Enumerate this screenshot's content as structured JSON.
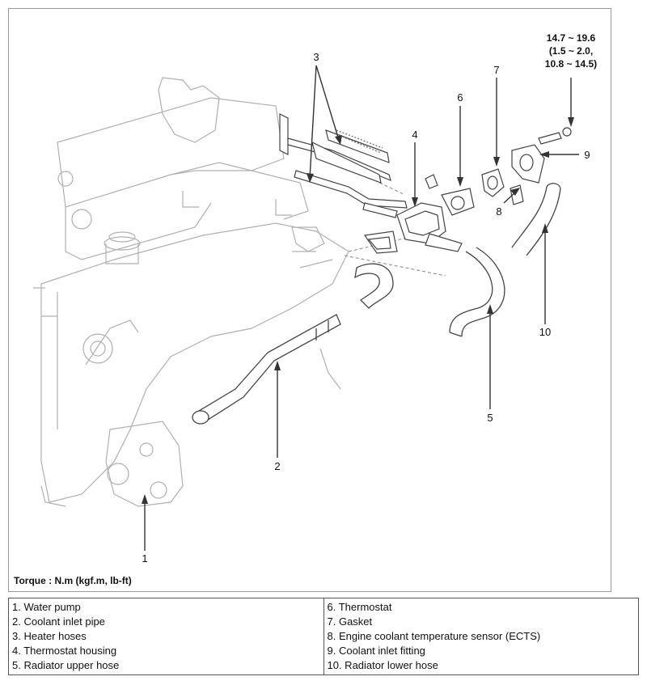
{
  "torque": {
    "note": "Torque : N.m (kgf.m, lb-ft)",
    "values": [
      "14.7 ~ 19.6",
      "(1.5 ~ 2.0,",
      "10.8 ~ 14.5)"
    ]
  },
  "callouts": [
    "1",
    "2",
    "3",
    "4",
    "5",
    "6",
    "7",
    "8",
    "9",
    "10"
  ],
  "legend": {
    "left": [
      "1. Water pump",
      "2. Coolant inlet pipe",
      "3. Heater hoses",
      "4. Thermostat housing",
      "5. Radiator upper hose"
    ],
    "right": [
      "6. Thermostat",
      "7. Gasket",
      "8. Engine coolant temperature sensor (ECTS)",
      "9. Coolant inlet fitting",
      "10. Radiator lower hose"
    ]
  }
}
